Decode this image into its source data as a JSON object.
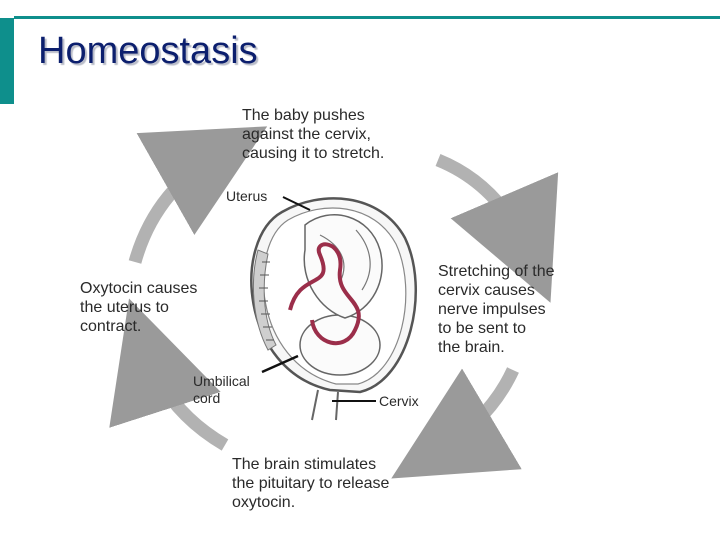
{
  "slide": {
    "title": "Homeostasis",
    "accent_color": "#0e8f8c",
    "title_color": "#0c1f6e"
  },
  "diagram": {
    "steps": [
      "The baby pushes\nagainst the cervix,\ncausing it to stretch.",
      "Stretching of the\ncervix causes\nnerve impulses\nto be sent to\nthe brain.",
      "The brain stimulates\nthe pituitary to release\noxytocin.",
      "Oxytocin causes\nthe uterus to\ncontract."
    ],
    "labels": {
      "uterus": "Uterus",
      "umbilical_cord": "Umbilical\ncord",
      "cervix": "Cervix"
    },
    "arrow_color": "#a9a9a9",
    "cord_color": "#9b2e4a"
  }
}
